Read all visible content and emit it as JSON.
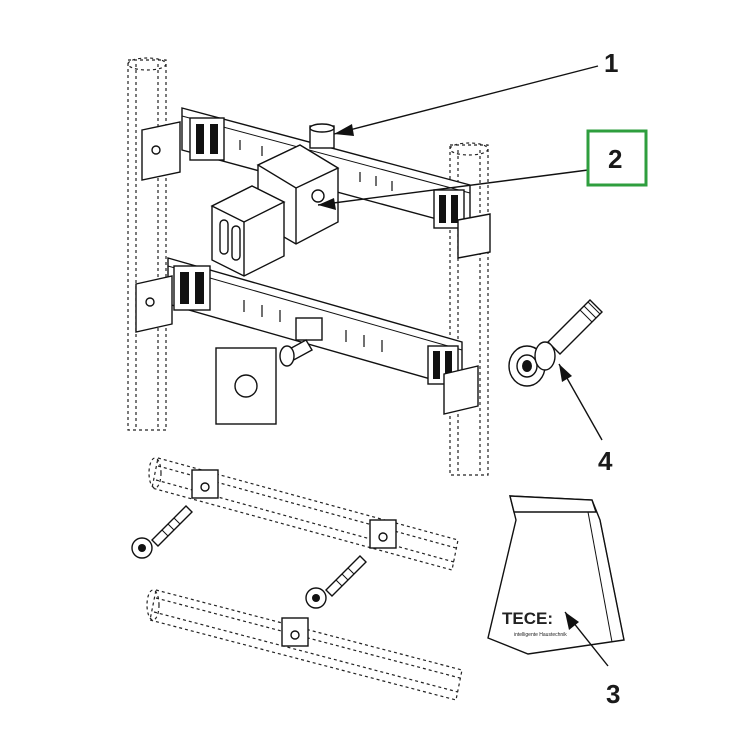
{
  "callouts": [
    {
      "label": "1"
    },
    {
      "label": "2",
      "highlighted": true
    },
    {
      "label": "3"
    },
    {
      "label": "4"
    }
  ],
  "bag": {
    "brand": "TECE:",
    "tagline": "intelligente Haustechnik"
  },
  "colors": {
    "highlight": "#2e9e3e",
    "line": "#111111",
    "background": "#ffffff"
  }
}
